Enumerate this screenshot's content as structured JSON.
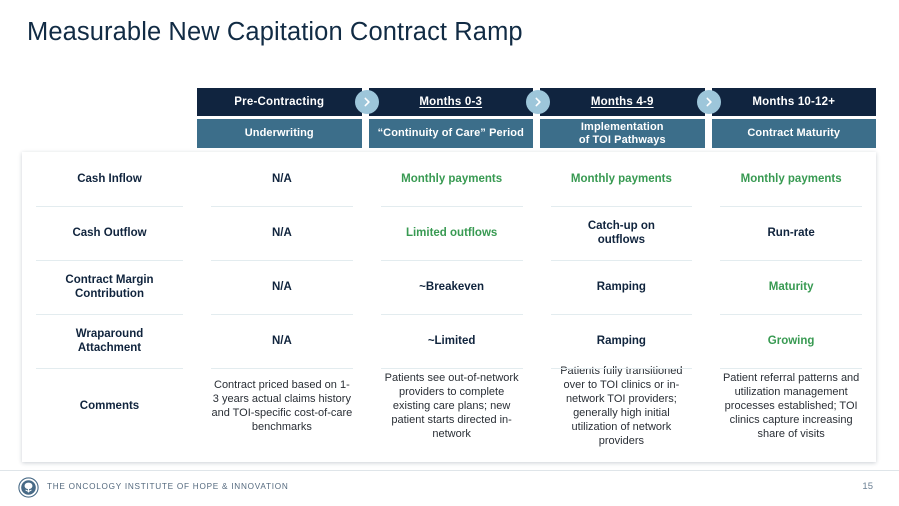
{
  "slide": {
    "title": "Measurable New Capitation Contract Ramp",
    "page_number": "15"
  },
  "theme": {
    "navy": "#10243f",
    "steel_blue": "#3c6e8a",
    "chevron_blue": "#9dc6da",
    "green": "#389a52",
    "text_dark": "#10243d",
    "divider": "#e3ecef"
  },
  "phases": [
    {
      "title": "Pre-Contracting",
      "underlined": false,
      "subtitle": "Underwriting"
    },
    {
      "title": "Months 0-3",
      "underlined": true,
      "subtitle": "“Continuity of Care” Period"
    },
    {
      "title": "Months 4-9",
      "underlined": true,
      "subtitle": "Implementation\nof TOI Pathways"
    },
    {
      "title": "Months 10-12+",
      "underlined": false,
      "subtitle": "Contract Maturity"
    }
  ],
  "chevrons": [
    {
      "name": "chevron-right-icon-1"
    },
    {
      "name": "chevron-right-icon-2"
    },
    {
      "name": "chevron-right-icon-3"
    }
  ],
  "rows": [
    {
      "label": "Cash Inflow",
      "cells": [
        {
          "text": "N/A",
          "green": false
        },
        {
          "text": "Monthly payments",
          "green": true
        },
        {
          "text": "Monthly payments",
          "green": true
        },
        {
          "text": "Monthly payments",
          "green": true
        }
      ]
    },
    {
      "label": "Cash Outflow",
      "cells": [
        {
          "text": "N/A",
          "green": false
        },
        {
          "text": "Limited outflows",
          "green": true
        },
        {
          "text": "Catch-up on\noutflows",
          "green": false
        },
        {
          "text": "Run-rate",
          "green": false
        }
      ]
    },
    {
      "label": "Contract Margin\nContribution",
      "cells": [
        {
          "text": "N/A",
          "green": false
        },
        {
          "text": "~Breakeven",
          "green": false
        },
        {
          "text": "Ramping",
          "green": false
        },
        {
          "text": "Maturity",
          "green": true
        }
      ]
    },
    {
      "label": "Wraparound\nAttachment",
      "cells": [
        {
          "text": "N/A",
          "green": false
        },
        {
          "text": "~Limited",
          "green": false
        },
        {
          "text": "Ramping",
          "green": false
        },
        {
          "text": "Growing",
          "green": true
        }
      ]
    }
  ],
  "comments_row": {
    "label": "Comments",
    "cells": [
      {
        "text": "Contract priced based on 1-3 years actual claims history and TOI-specific cost-of-care benchmarks"
      },
      {
        "text": "Patients see out-of-network providers to complete existing care plans; new patient starts directed in-network"
      },
      {
        "text": "Patients fully transitioned over to TOI clinics or in-network TOI providers; generally high initial utilization of network providers"
      },
      {
        "text": "Patient referral patterns and utilization management processes established; TOI clinics capture increasing share of visits"
      }
    ]
  },
  "footer": {
    "brand": "THE ONCOLOGY INSTITUTE OF HOPE & INNOVATION",
    "logo_icon": "oncology-institute-logo-icon"
  }
}
